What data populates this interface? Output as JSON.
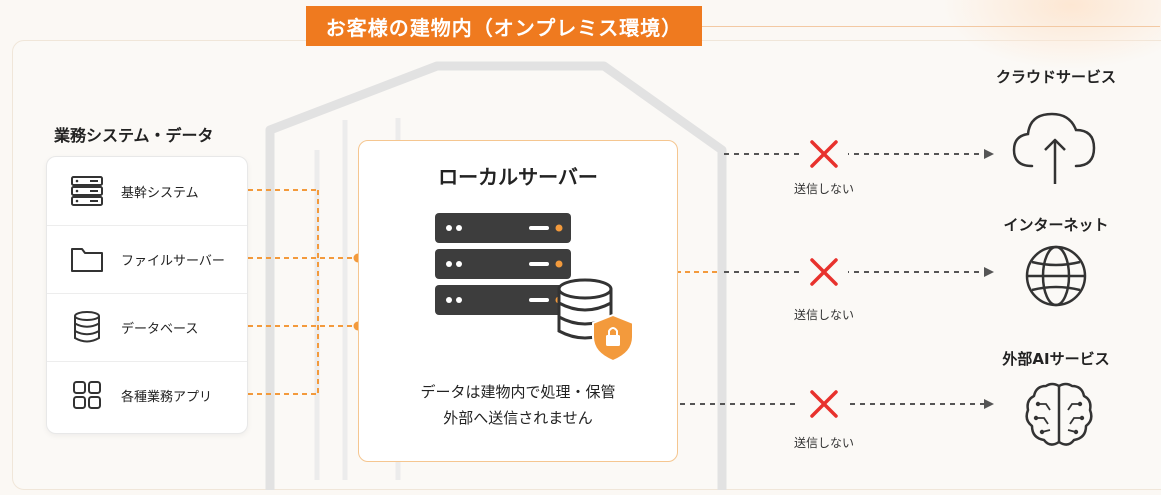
{
  "title": "お客様の建物内（オンプレミス環境）",
  "systems": {
    "title": "業務システム・データ",
    "items": [
      {
        "label": "基幹システム",
        "icon": "server-rack-icon"
      },
      {
        "label": "ファイルサーバー",
        "icon": "folder-icon"
      },
      {
        "label": "データベース",
        "icon": "database-icon"
      },
      {
        "label": "各種業務アプリ",
        "icon": "apps-grid-icon"
      }
    ]
  },
  "server": {
    "title": "ローカルサーバー",
    "desc_line1": "データは建物内で処理・保管",
    "desc_line2": "外部へ送信されません"
  },
  "destinations": [
    {
      "label": "クラウドサービス",
      "status": "送信しない",
      "icon": "cloud-upload-icon"
    },
    {
      "label": "インターネット",
      "status": "送信しない",
      "icon": "globe-icon"
    },
    {
      "label": "外部AIサービス",
      "status": "送信しない",
      "icon": "brain-circuit-icon"
    }
  ],
  "colors": {
    "accent": "#ef7a1f",
    "block": "#e8322d",
    "server": "#3d3d3d"
  }
}
